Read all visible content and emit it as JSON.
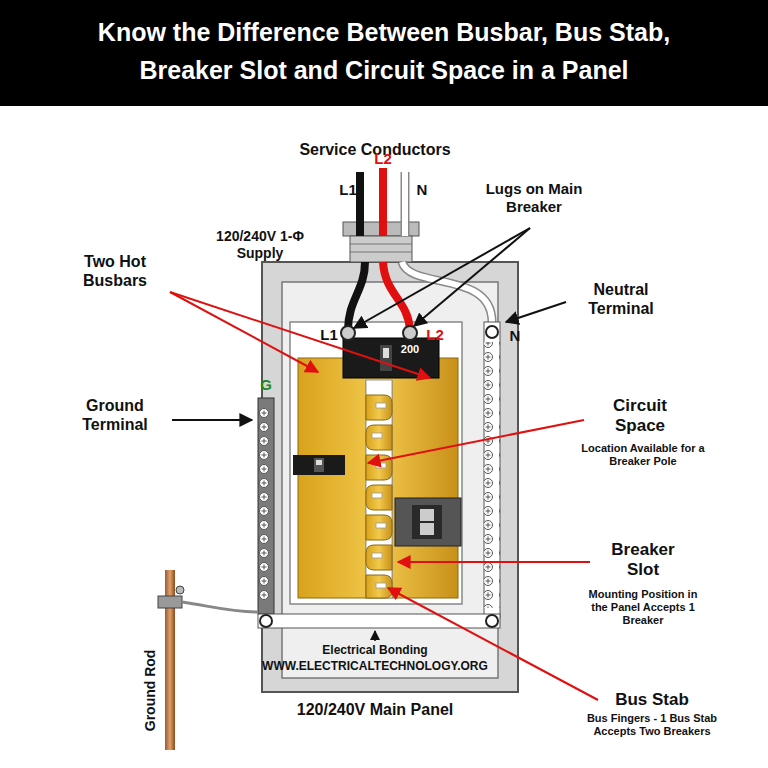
{
  "diagram": {
    "title": "Know the Difference Between Busbar, Bus Stab, Breaker Slot and Circuit Space in a Panel",
    "labels": [
      "Service Conductors",
      "L1",
      "L2",
      "N",
      "120/240V 1-Φ Supply",
      "Lugs on Main Breaker",
      "Two Hot Busbars",
      "Neutral Terminal",
      "L1",
      "L2",
      "N",
      "200",
      "G",
      "Ground Terminal",
      "Circuit Space",
      "Location Available for a Breaker Pole",
      "Breaker Slot",
      "Mounting Position in the Panel Accepts 1 Breaker",
      "Bus Stab",
      "Bus Fingers - 1 Bus Stab Accepts Two Breakers",
      "Electrical Bonding",
      "WWW.ELECTRICALTECHNOLOGY.ORG",
      "Ground Rod",
      "120/240V Main Panel"
    ]
  }
}
